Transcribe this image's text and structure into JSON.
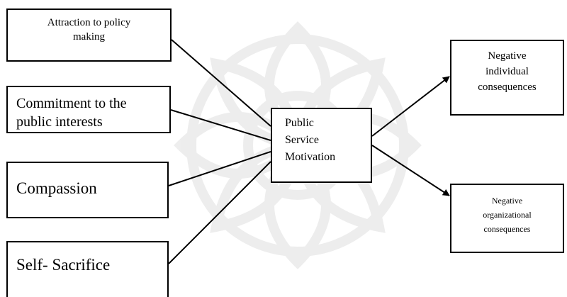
{
  "diagram": {
    "inputs": [
      {
        "id": "attraction",
        "lines": [
          "Attraction to policy",
          "making"
        ]
      },
      {
        "id": "commitment",
        "lines": [
          "Commitment to the",
          "public interests"
        ]
      },
      {
        "id": "compassion",
        "lines": [
          "Compassion"
        ]
      },
      {
        "id": "sacrifice",
        "lines": [
          "Self- Sacrifice"
        ]
      }
    ],
    "center": {
      "lines": [
        "Public",
        "Service",
        "Motivation"
      ]
    },
    "outputs": [
      {
        "id": "neg-ind",
        "lines": [
          "Negative",
          "individual",
          "consequences"
        ]
      },
      {
        "id": "neg-org",
        "lines": [
          "Negative",
          "organizational",
          "consequences"
        ]
      }
    ]
  },
  "colors": {
    "line": "#000000",
    "watermark": "#ececec"
  }
}
